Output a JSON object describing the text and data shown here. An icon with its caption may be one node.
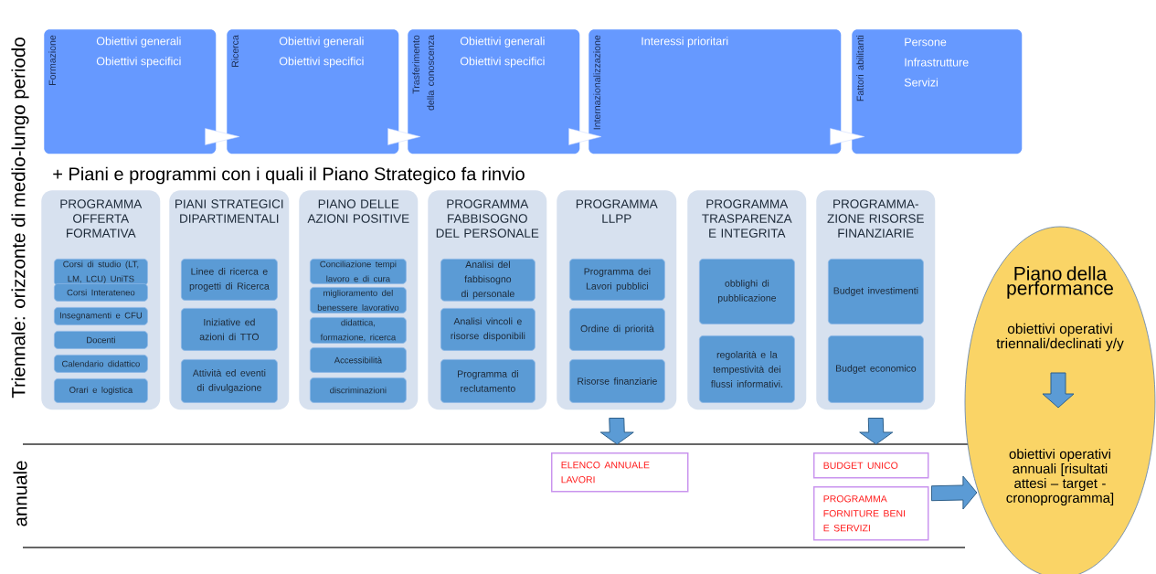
{
  "diagram": {
    "nodes": [
      {
        "text": [
          "Formazione",
          "Obiettivi generali",
          "Obiettivi specifici"
        ]
      },
      {
        "text": [
          "Ricerca",
          "Obiettivi generali",
          "Obiettivi specifici"
        ]
      },
      {
        "text": [
          "Trasferimento della conoscenza",
          "Obiettivi generali",
          "Obiettivi specifici"
        ]
      },
      {
        "text": [
          "Internazionalizzazione",
          "Interessi prioritari"
        ]
      },
      {
        "text": [
          "Fattori abilitanti",
          "Persone",
          "Infrastrutture",
          "Servizi"
        ]
      },
      {
        "text": [
          "PROGRAMMA OFFERTA FORMATIVA"
        ]
      },
      {
        "text": [
          "Corsi di studio (LT, LM, LCU) UniTS"
        ],
        "in": 5
      },
      {
        "text": [
          "Corsi Interateneo"
        ],
        "in": 5
      },
      {
        "text": [
          "Insegnamenti e CFU"
        ],
        "in": 5
      },
      {
        "text": [
          "Docenti"
        ],
        "in": 5
      },
      {
        "text": [
          "Calendario didattico"
        ],
        "in": 5
      },
      {
        "text": [
          "Orari e logistica"
        ],
        "in": 5
      },
      {
        "text": [
          "PIANI STRATEGICI DIPARTIMENTALI"
        ]
      },
      {
        "text": [
          "Linee di ricerca e progetti di Ricerca"
        ],
        "in": 12
      },
      {
        "text": [
          "Iniziative ed azioni di TTO"
        ],
        "in": 12
      },
      {
        "text": [
          "Attività ed eventi di divulgazione"
        ],
        "in": 12
      },
      {
        "text": [
          "PIANO DELLE AZIONI POSITIVE"
        ]
      },
      {
        "text": [
          "Conciliazione tempi lavoro e di cura"
        ],
        "in": 16
      },
      {
        "text": [
          "miglioramento del benessere lavorativo"
        ],
        "in": 16
      },
      {
        "text": [
          "didattica, formazione, ricerca"
        ],
        "in": 16
      },
      {
        "text": [
          "Accessibilità"
        ],
        "in": 16
      },
      {
        "text": [
          "discriminazioni"
        ],
        "in": 16
      },
      {
        "text": [
          "PROGRAMMA FABBISOGNO DEL PERSONALE"
        ]
      },
      {
        "text": [
          "Analisi del fabbisogno di personale"
        ],
        "in": 22
      },
      {
        "text": [
          "Analisi vincoli e risorse disponibili"
        ],
        "in": 22
      },
      {
        "text": [
          "Programma di reclutamento"
        ],
        "in": 22
      },
      {
        "text": [
          "PROGRAMMA LLPP"
        ]
      },
      {
        "text": [
          "Programma dei Lavori pubblici"
        ],
        "in": 26
      },
      {
        "text": [
          "Ordine di priorità"
        ],
        "in": 26
      },
      {
        "text": [
          "Risorse finanziarie"
        ],
        "in": 26
      },
      {
        "text": [
          "PROGRAMMA TRASPARENZA E INTEGRITA"
        ]
      },
      {
        "text": [
          "obblighi di pubblicazione"
        ],
        "in": 30
      },
      {
        "text": [
          "regolarità e la tempestività dei flussi informativi."
        ],
        "in": 30
      },
      {
        "text": [
          "PROGRAMMA-ZIONE RISORSE FINANZIARIE"
        ]
      },
      {
        "text": [
          "Budget investimenti"
        ],
        "in": 33
      },
      {
        "text": [
          "Budget economico"
        ],
        "in": 33
      },
      {
        "text": [
          "Piano della performance",
          "obiettivi operativi triennali/declinati y/y",
          "obiettivi operativi annuali [risultati attesi – target - cronoprogramma]"
        ]
      },
      {
        "text": [
          "ELENCO ANNUALE LAVORI"
        ]
      },
      {
        "text": [
          "BUDGET UNICO"
        ]
      },
      {
        "text": [
          "PROGRAMMA FORNITURE BENI E SERVIZI"
        ]
      }
    ],
    "edges": [
      {
        "from": 0,
        "to": 1,
        "arrow": "to"
      },
      {
        "from": 1,
        "to": 2,
        "arrow": "to"
      },
      {
        "from": 2,
        "to": 3,
        "arrow": "to"
      },
      {
        "from": 3,
        "to": 4,
        "arrow": "to"
      },
      {
        "from": 26,
        "to": 37,
        "arrow": "to"
      },
      {
        "from": 33,
        "to": 38,
        "arrow": "to"
      },
      {
        "from": 39,
        "to": 36,
        "arrow": "to"
      }
    ],
    "labels": [
      "Triennale: orizzonte di medio-lungo periodo",
      "+ Piani e programmi con i quali il Piano Strategico fa rinvio",
      "annuale"
    ]
  }
}
